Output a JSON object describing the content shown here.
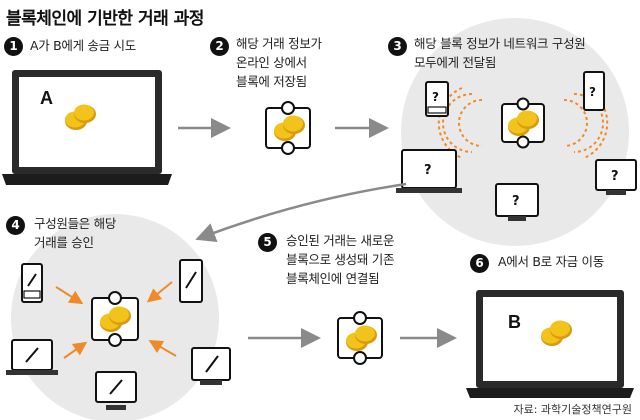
{
  "title": "블록체인에 기반한 거래 과정",
  "steps": [
    {
      "num": "1",
      "text": "A가 B에게 송금 시도"
    },
    {
      "num": "2",
      "text": "해당 거래 정보가\n온라인 상에서\n블록에 저장됨"
    },
    {
      "num": "3",
      "text": "해당 블록 정보가 네트워크 구성원\n모두에게 전달됨"
    },
    {
      "num": "4",
      "text": "구성원들은 해당\n거래를 승인"
    },
    {
      "num": "5",
      "text": "승인된 거래는 새로운\n블록으로 생성돼 기존\n블록체인에 연결됨"
    },
    {
      "num": "6",
      "text": "A에서 B로 자금 이동"
    }
  ],
  "laptop_labels": {
    "sender": "A",
    "receiver": "B"
  },
  "unknown_mark": "?",
  "source": "자료: 과학기술정책연구원",
  "colors": {
    "accent_orange": "#f08a28",
    "coin": "#f2c31a",
    "coin_dark": "#d99a10",
    "circle_bg": "#e9e9ea",
    "arrow_gray": "#8a8a8a"
  }
}
